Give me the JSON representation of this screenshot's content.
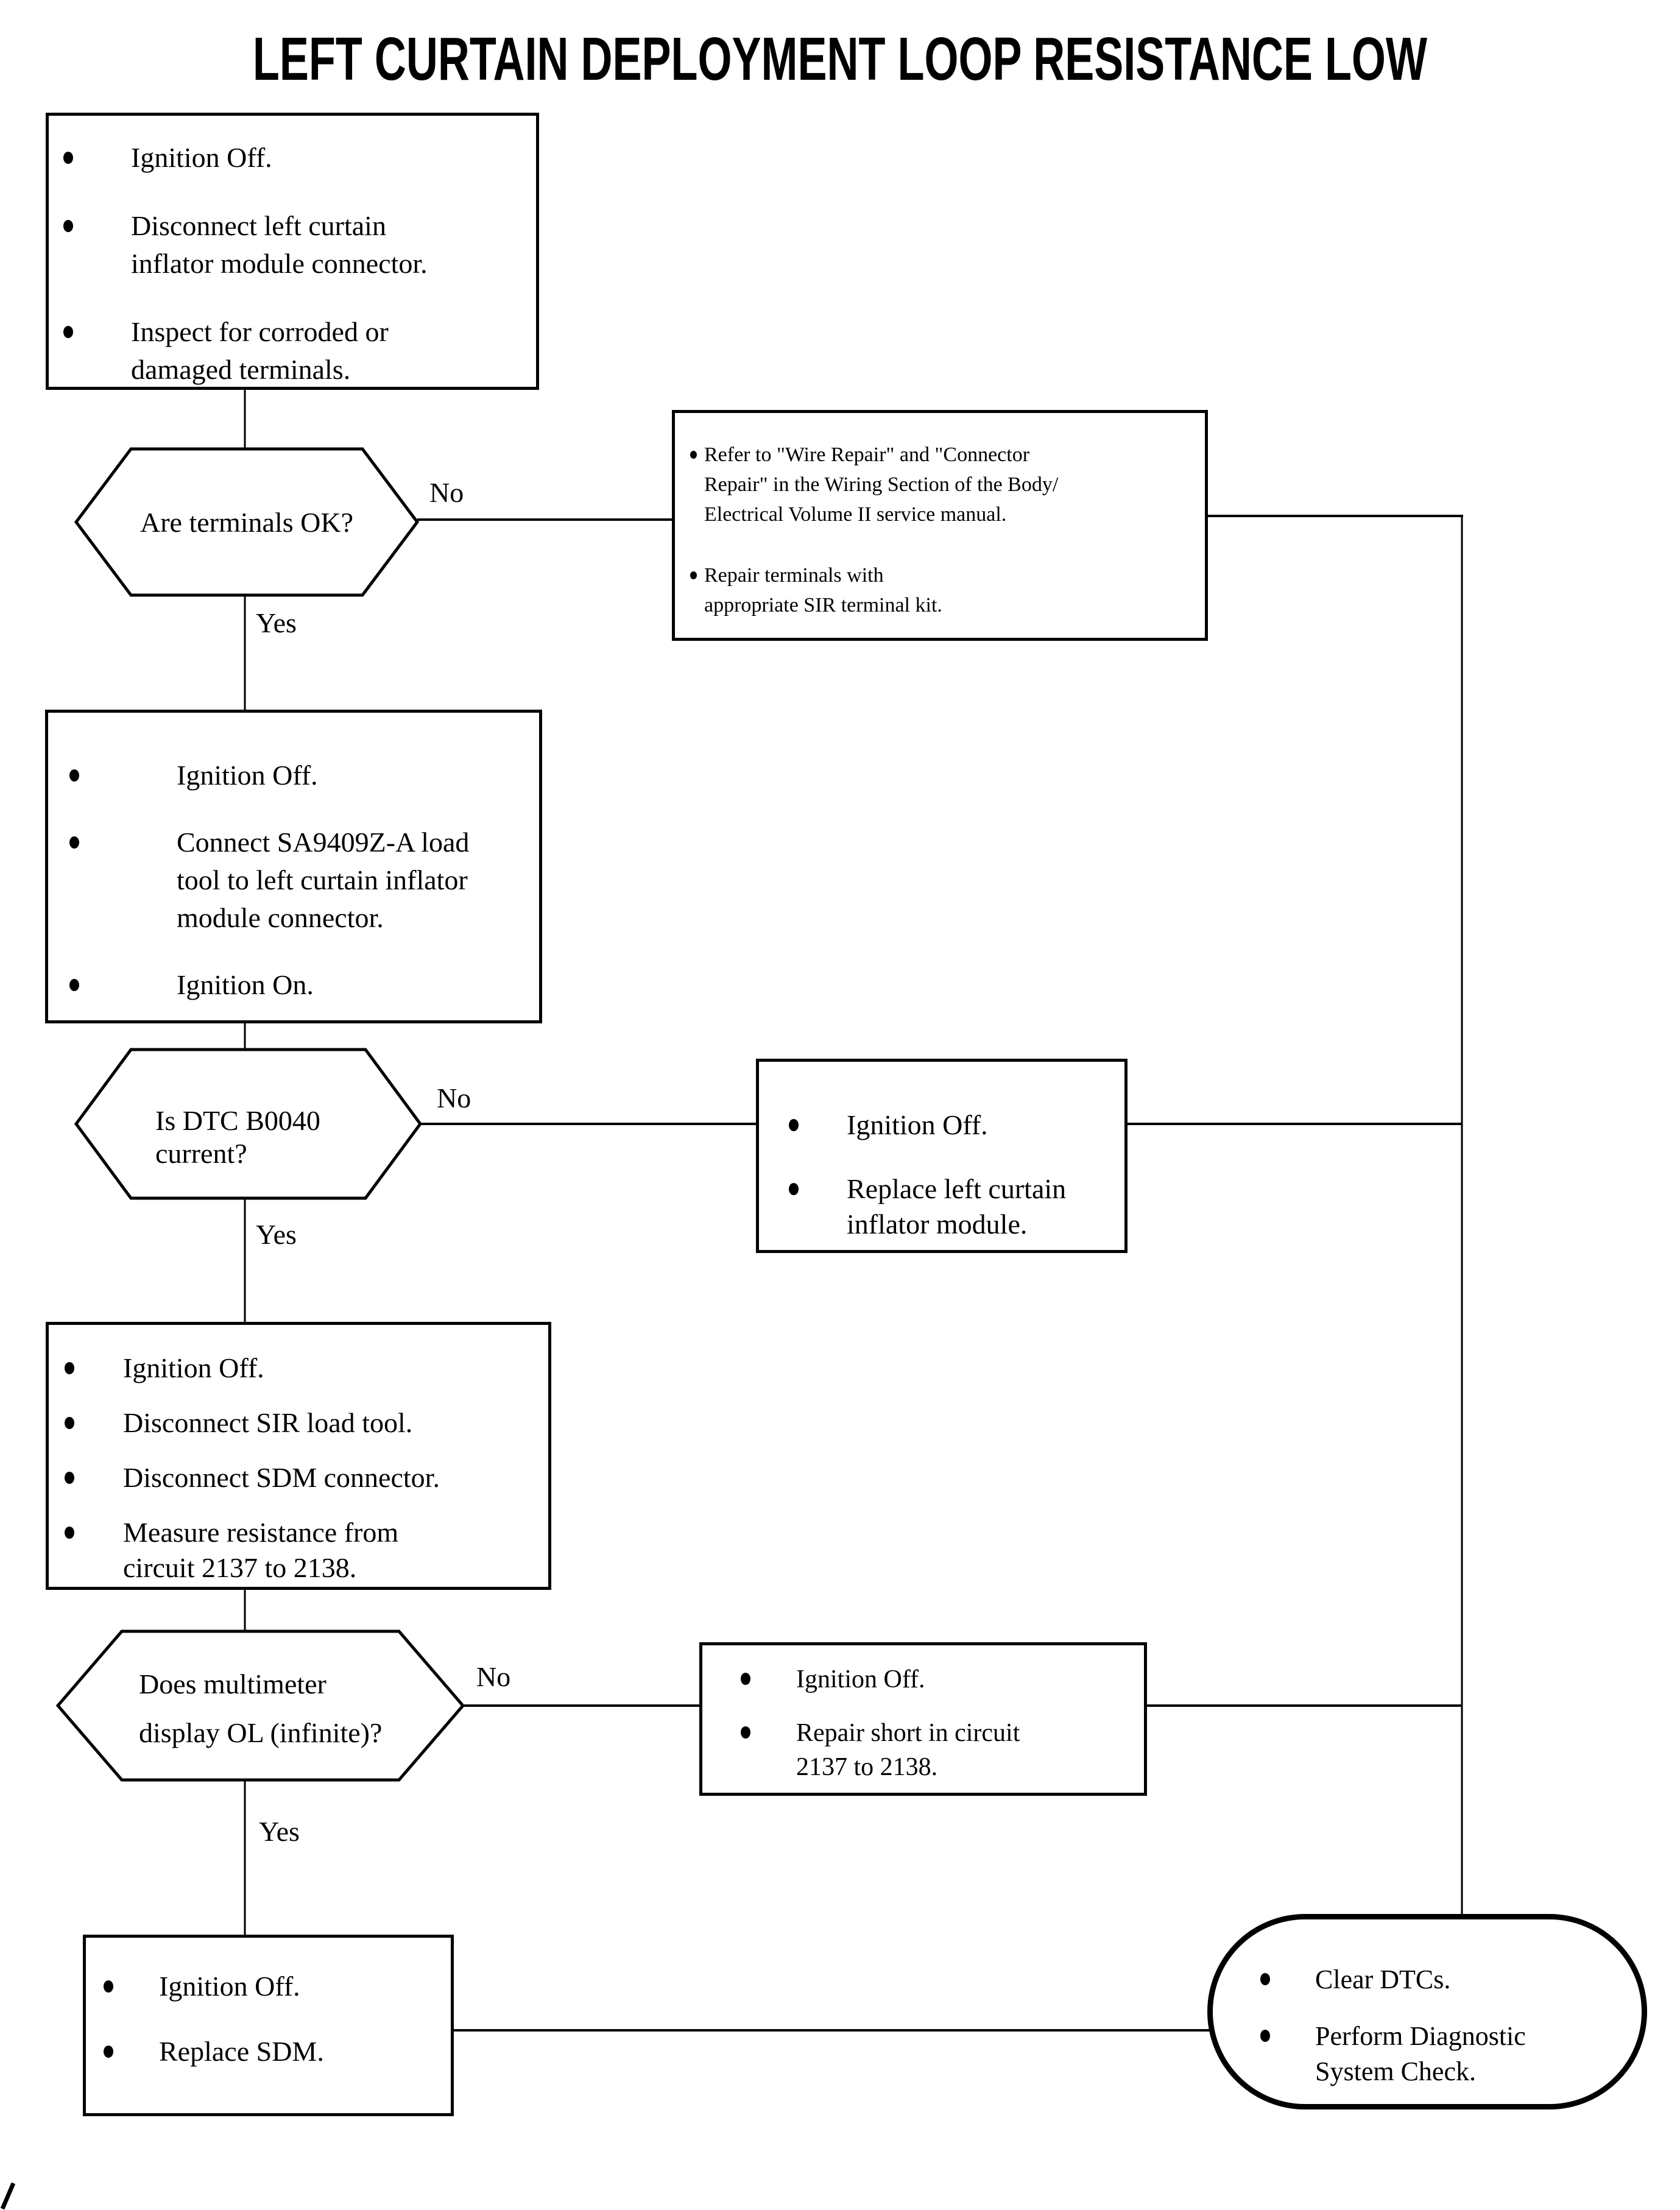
{
  "title": "LEFT CURTAIN DEPLOYMENT LOOP RESISTANCE LOW",
  "flow": {
    "step_inspect": {
      "bullets": [
        "Ignition Off.",
        "Disconnect left curtain\ninflator module connector.",
        "Inspect for corroded or\ndamaged terminals."
      ]
    },
    "decision_terminals_ok": {
      "question": "Are terminals OK?",
      "no_label": "No",
      "yes_label": "Yes"
    },
    "step_wire_repair": {
      "bullets": [
        "Refer to \"Wire Repair\" and \"Connector\nRepair\" in the Wiring Section of the Body/\nElectrical Volume II service manual.",
        "Repair terminals with\nappropriate SIR terminal kit."
      ]
    },
    "step_load_tool": {
      "bullets": [
        "Ignition Off.",
        "Connect SA9409Z-A load\ntool to left curtain inflator\nmodule connector.",
        "Ignition On."
      ]
    },
    "decision_dtc_current": {
      "question": "Is DTC B0040\ncurrent?",
      "no_label": "No",
      "yes_label": "Yes"
    },
    "step_replace_inflator": {
      "bullets": [
        "Ignition Off.",
        "Replace left curtain\ninflator module."
      ]
    },
    "step_measure": {
      "bullets": [
        "Ignition Off.",
        "Disconnect SIR load tool.",
        "Disconnect SDM connector.",
        "Measure resistance from\ncircuit 2137 to 2138."
      ]
    },
    "decision_multimeter_ol": {
      "question": "Does multimeter\ndisplay OL (infinite)?",
      "no_label": "No",
      "yes_label": "Yes"
    },
    "step_repair_short": {
      "bullets": [
        "Ignition Off.",
        "Repair short in circuit\n2137 to 2138."
      ]
    },
    "step_replace_sdm": {
      "bullets": [
        "Ignition Off.",
        "Replace SDM."
      ]
    },
    "terminal_clear_dtcs": {
      "bullets": [
        "Clear DTCs.",
        "Perform Diagnostic\nSystem Check."
      ]
    }
  },
  "colors": {
    "line": "#000000",
    "background": "#ffffff",
    "text": "#000000"
  }
}
